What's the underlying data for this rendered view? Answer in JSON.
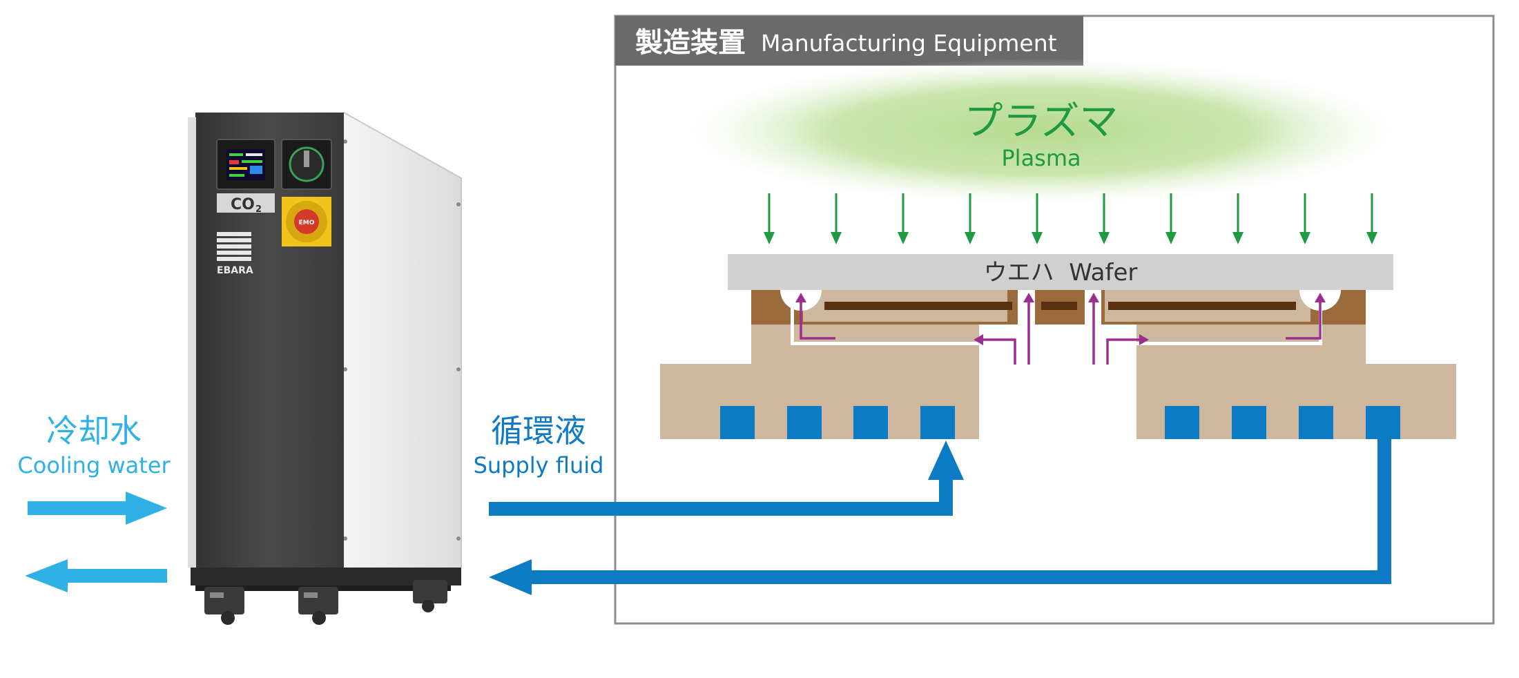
{
  "equipment": {
    "title_ja": "製造装置",
    "title_en": "Manufacturing Equipment"
  },
  "plasma": {
    "label_ja": "プラズマ",
    "label_en": "Plasma"
  },
  "wafer": {
    "label": "ウエハ  Wafer"
  },
  "cooling_water": {
    "label_ja": "冷却水",
    "label_en": "Cooling water"
  },
  "supply_fluid": {
    "label_ja": "循環液",
    "label_en": "Supply fluid"
  },
  "chiller": {
    "badge": "CO",
    "badge_sub": "2",
    "brand": "EBARA",
    "emo": "EMO"
  },
  "colors": {
    "cooling_water": "#2fb1e6",
    "supply_fluid": "#0d7ac4",
    "plasma_arrows": "#1f9a42",
    "gas_arrows": "#9a2f8f",
    "plasma_glow": "#b8dd96",
    "chuck_base": "#cdb89f",
    "chuck_top": "#9a6a3b",
    "wafer": "#d0d0d0",
    "header": "#6a6a6a"
  }
}
